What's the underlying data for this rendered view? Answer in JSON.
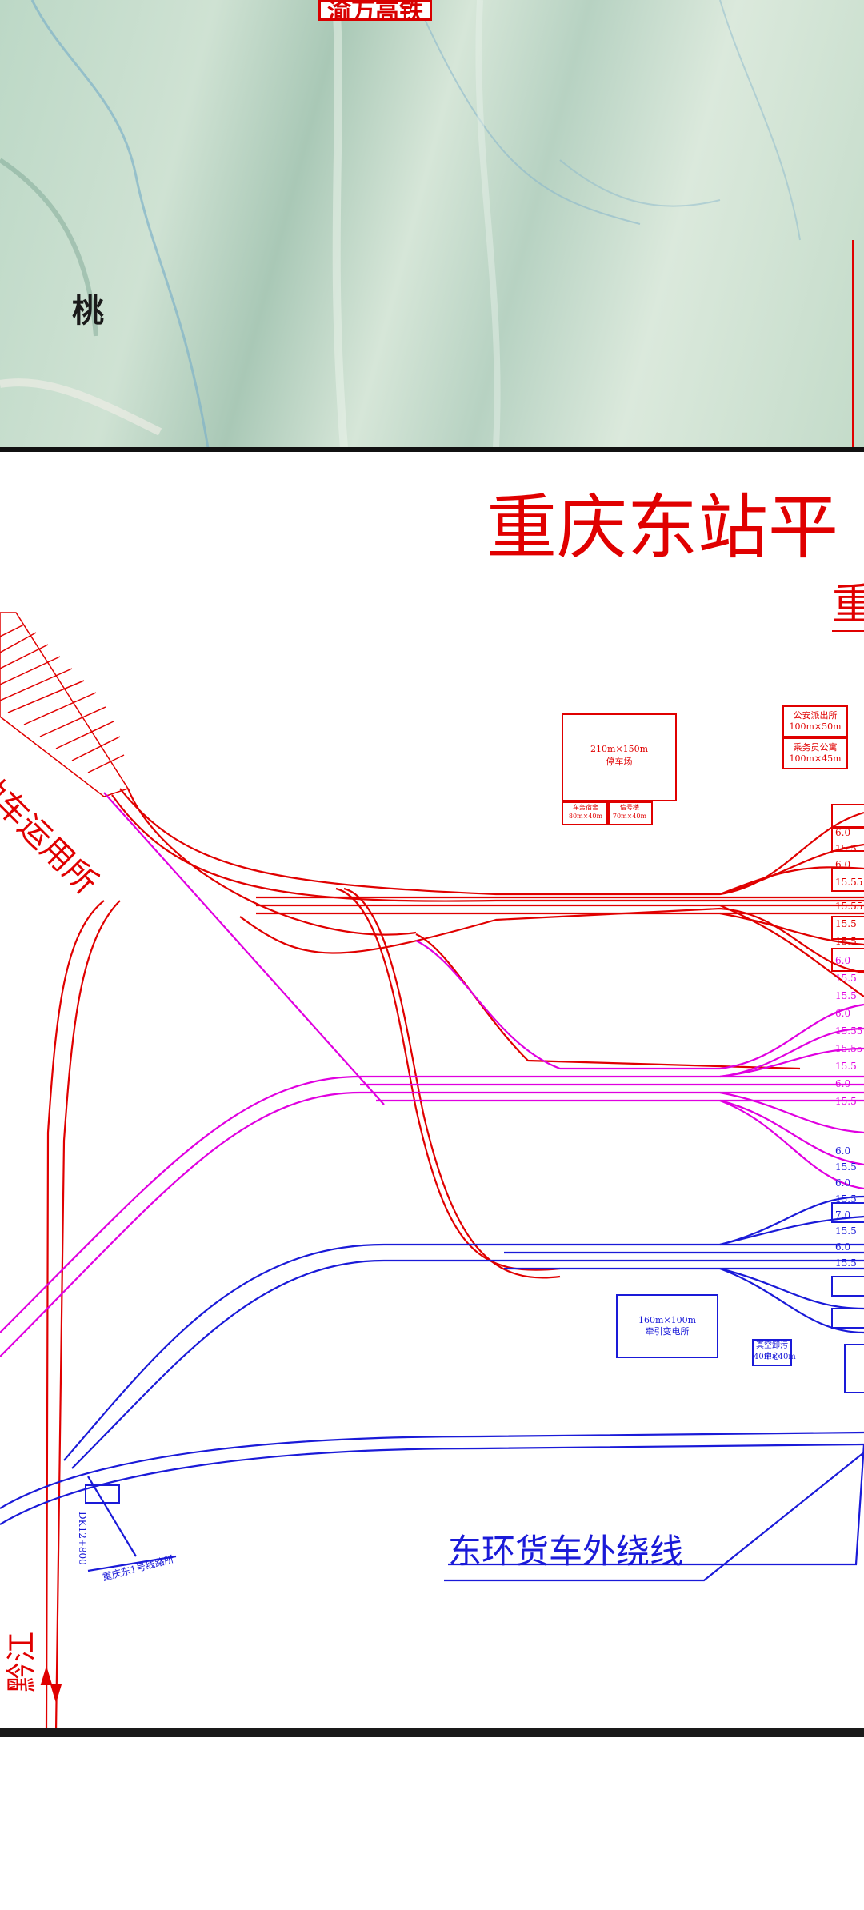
{
  "map": {
    "badge_text": "渝万高铁",
    "place_label": "桃"
  },
  "plan": {
    "title": "重庆东站平",
    "subtitle": "重",
    "depot_label": "动车运用所",
    "freight_line_label": "东环货车外绕线",
    "bottom_left_label": "黔江",
    "buildings": {
      "parking": {
        "line1": "210m×150m",
        "line2": "停车场"
      },
      "police": {
        "line1": "公安派出所",
        "line2": "100m×50m"
      },
      "crew": {
        "line1": "乘务员公寓",
        "line2": "100m×45m"
      },
      "small1": {
        "line1": "车务宿舍",
        "line2": "80m×40m"
      },
      "small2": {
        "line1": "信号楼",
        "line2": "70m×40m"
      },
      "substation": {
        "line1": "160m×100m",
        "line2": "牵引变电所"
      },
      "sewage": {
        "line1": "真空卸污中心",
        "line2": "40m×40m"
      },
      "signal_box": {
        "line1": "重庆东1号线路所"
      },
      "signal_dims": {
        "line1": "DK12+800"
      }
    },
    "platform_widths": [
      "6.0",
      "15.5",
      "6.0",
      "15.55",
      "15.55",
      "15.5",
      "15.5",
      "6.0",
      "15.5",
      "15.5",
      "6.0",
      "15.55",
      "15.55",
      "15.5",
      "6.0",
      "15.5",
      "6.0",
      "15.5",
      "6.0",
      "15.5",
      "7.0",
      "15.5",
      "6.0",
      "15.5"
    ]
  },
  "colors": {
    "red": "#e00000",
    "magenta": "#e000e0",
    "blue": "#1a1ad8"
  }
}
